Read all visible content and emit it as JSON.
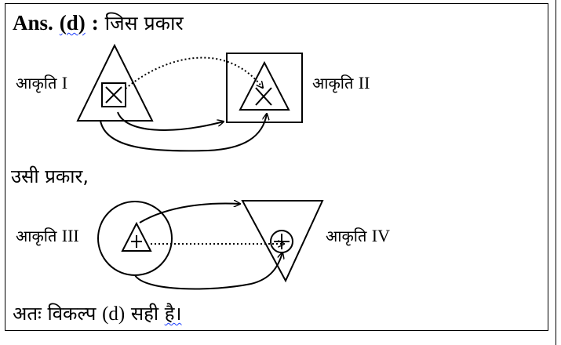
{
  "answer": {
    "prefix": "Ans.",
    "option": "(d)",
    "colon": ":",
    "text": "जिस प्रकार"
  },
  "figures": [
    {
      "label": "आकृति",
      "numeral": "I"
    },
    {
      "label": "आकृति",
      "numeral": "II"
    },
    {
      "label": "आकृति",
      "numeral": "III"
    },
    {
      "label": "आकृति",
      "numeral": "IV"
    }
  ],
  "same_way": "उसी प्रकार,",
  "conclusion": {
    "part1": "अतः विकल्प",
    "option": "(d)",
    "part2": "सही",
    "part3": "है।"
  }
}
